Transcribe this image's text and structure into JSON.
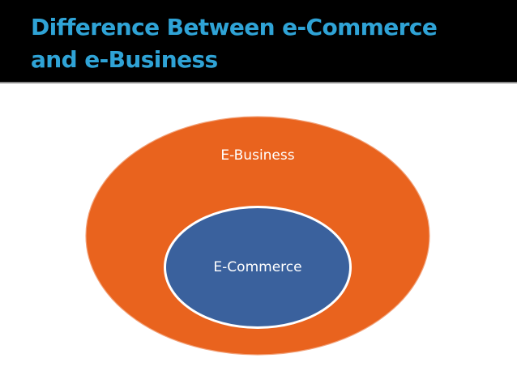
{
  "slide": {
    "title": "Difference Between e-Commerce\nand e-Business"
  },
  "diagram": {
    "outer": {
      "label": "E-Business"
    },
    "inner": {
      "label": "E-Commerce"
    }
  },
  "colors": {
    "title_bar": "#000000",
    "title_text": "#2fa3d6",
    "outer_fill": "#e9631e",
    "inner_fill": "#3a619d",
    "label_text": "#ffffff"
  }
}
